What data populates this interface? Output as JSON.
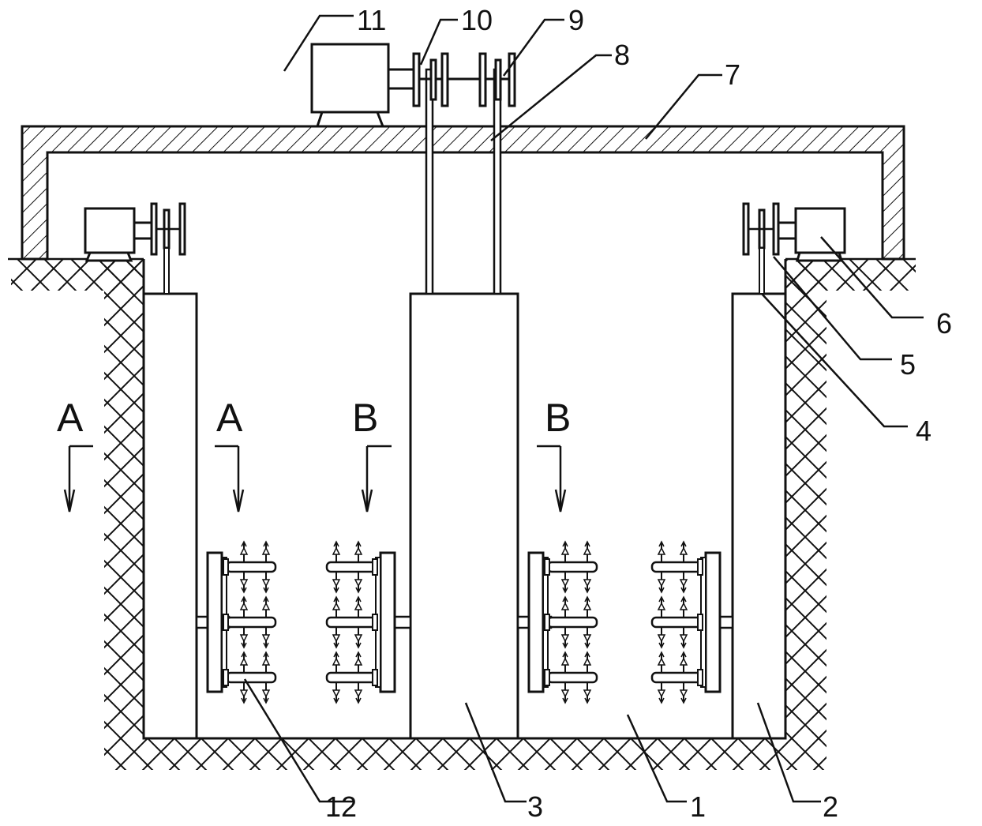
{
  "labels": {
    "n1": "1",
    "n2": "2",
    "n3": "3",
    "n4": "4",
    "n5": "5",
    "n6": "6",
    "n7": "7",
    "n8": "8",
    "n9": "9",
    "n10": "10",
    "n11": "11",
    "n12": "12"
  },
  "sections": {
    "a_outer": "A",
    "a_inner": "A",
    "b_left": "B",
    "b_right": "B"
  }
}
